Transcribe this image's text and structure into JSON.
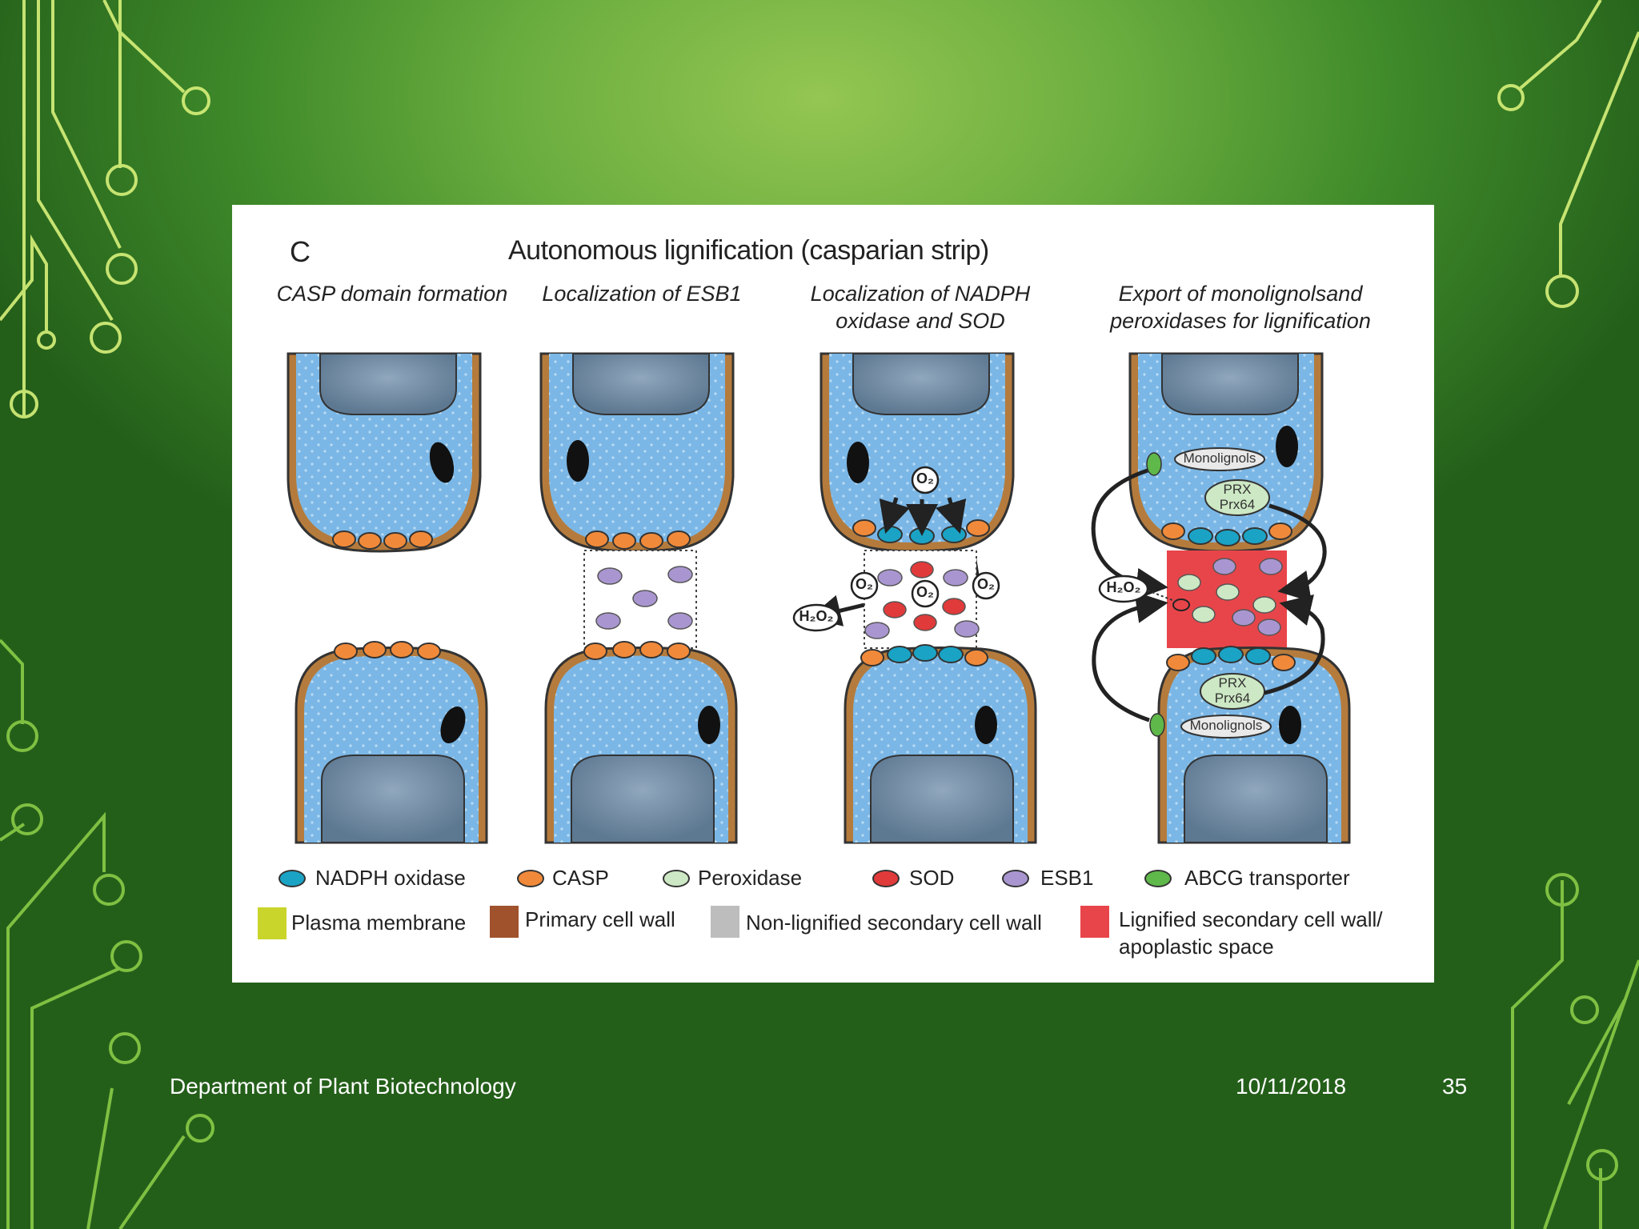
{
  "figure": {
    "panel_letter": "C",
    "title": "Autonomous lignification (casparian strip)",
    "subtitles": [
      "CASP domain formation",
      "Localization of ESB1",
      "Localization of NADPH oxidase and SOD",
      "Export of monolignolsand peroxidases for lignification"
    ],
    "molecules": {
      "o2": "O₂",
      "h2o2": "H₂O₂",
      "monolignols": "Monolignols",
      "prx": "PRX",
      "prx64": "Prx64"
    }
  },
  "legend": {
    "proteins": [
      {
        "label": "NADPH oxidase",
        "color": "#1aa3c4"
      },
      {
        "label": "CASP",
        "color": "#f08a3a"
      },
      {
        "label": "Peroxidase",
        "color": "#cde8c4"
      },
      {
        "label": "SOD",
        "color": "#e03a3a"
      },
      {
        "label": "ESB1",
        "color": "#a996d0"
      },
      {
        "label": "ABCG transporter",
        "color": "#5fb84a"
      }
    ],
    "layers": [
      {
        "label": "Plasma membrane",
        "color": "#c9d52a"
      },
      {
        "label": "Primary cell wall",
        "color": "#a0522d"
      },
      {
        "label": "Non-lignified secondary cell wall",
        "color": "#bdbdbd"
      },
      {
        "label": "Lignified secondary cell  wall/",
        "label2": "apoplastic space",
        "color": "#e8454a"
      }
    ]
  },
  "footer": {
    "department": "Department of Plant Biotechnology",
    "date": "10/11/2018",
    "page": "35"
  }
}
